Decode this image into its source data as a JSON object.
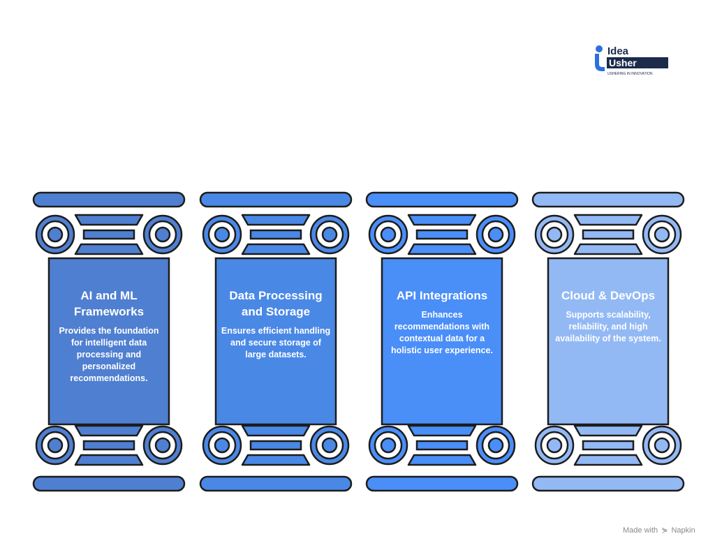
{
  "logo": {
    "line1": "Idea",
    "line2": "Usher",
    "tagline": "USHERING IN INNOVATION",
    "brand_dark": "#1c2b4a",
    "brand_blue": "#2d6fe0"
  },
  "pillars": [
    {
      "title": "AI and ML Frameworks",
      "description": "Provides the foundation for intelligent data processing and personalized recommendations.",
      "color": "#4f7fd0"
    },
    {
      "title": "Data Processing and Storage",
      "description": "Ensures efficient handling and secure storage of large datasets.",
      "color": "#4a88e6"
    },
    {
      "title": "API Integrations",
      "description": "Enhances recommendations with contextual data for a holistic user experience.",
      "color": "#4a8ef8"
    },
    {
      "title": "Cloud & DevOps",
      "description": "Supports scalability, reliability, and high availability of the system.",
      "color": "#93b9f5"
    }
  ],
  "footer": {
    "prefix": "Made with",
    "brand": "Napkin",
    "mark": "⋟"
  }
}
